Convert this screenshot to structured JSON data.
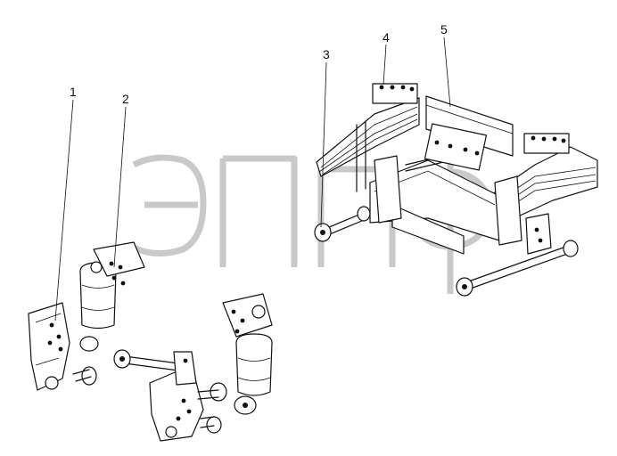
{
  "diagram": {
    "callouts": [
      {
        "id": "1",
        "label": "1"
      },
      {
        "id": "2",
        "label": "2"
      },
      {
        "id": "3",
        "label": "3"
      },
      {
        "id": "4",
        "label": "4"
      },
      {
        "id": "5",
        "label": "5"
      }
    ],
    "watermark_logo": "ЭПФ",
    "colors": {
      "line": "#111111",
      "background": "#ffffff",
      "watermark": "#c9c9c9"
    }
  }
}
